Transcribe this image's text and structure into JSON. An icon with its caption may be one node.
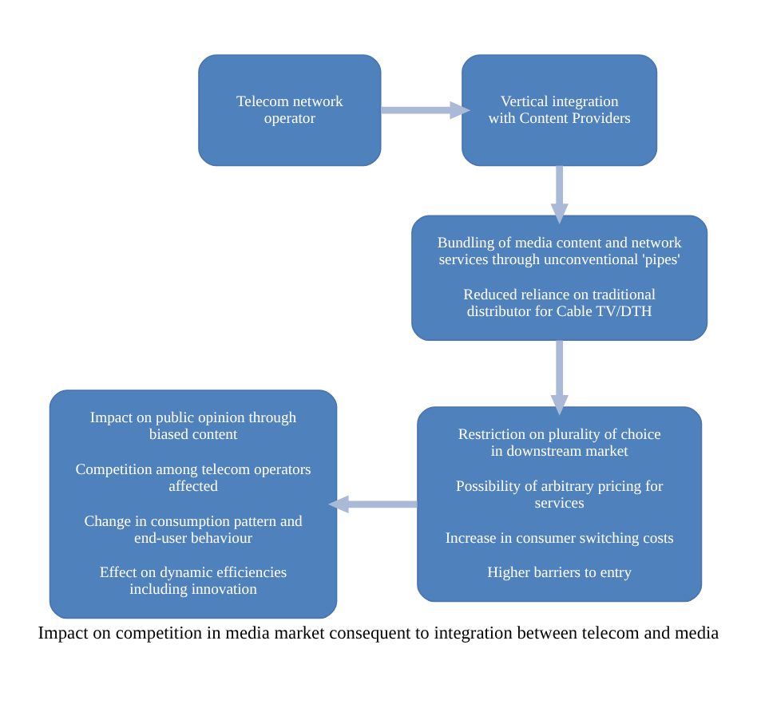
{
  "diagram": {
    "caption": "Impact on competition in media market consequent to integration between telecom and media",
    "nodes": [
      {
        "text": [
          "Telecom network operator"
        ]
      },
      {
        "text": [
          "Vertical integration with Content Providers"
        ]
      },
      {
        "text": [
          "Bundling of media content and network services through unconventional 'pipes'",
          "Reduced reliance on traditional distributor for Cable TV/DTH"
        ]
      },
      {
        "text": [
          "Restriction on plurality of choice in downstream market",
          "Possibility of arbitrary pricing for services",
          "Increase in consumer switching costs",
          "Higher barriers to entry"
        ]
      },
      {
        "text": [
          "Impact on public opinion through biased content",
          "Competition among telecom operators affected",
          "Change in consumption pattern and end-user behaviour",
          "Effect on dynamic efficiencies including innovation"
        ]
      }
    ],
    "edges": [
      {
        "from": 0,
        "to": 1,
        "arrow": "to"
      },
      {
        "from": 1,
        "to": 2,
        "arrow": "to"
      },
      {
        "from": 2,
        "to": 3,
        "arrow": "to"
      },
      {
        "from": 3,
        "to": 4,
        "arrow": "to"
      }
    ]
  }
}
